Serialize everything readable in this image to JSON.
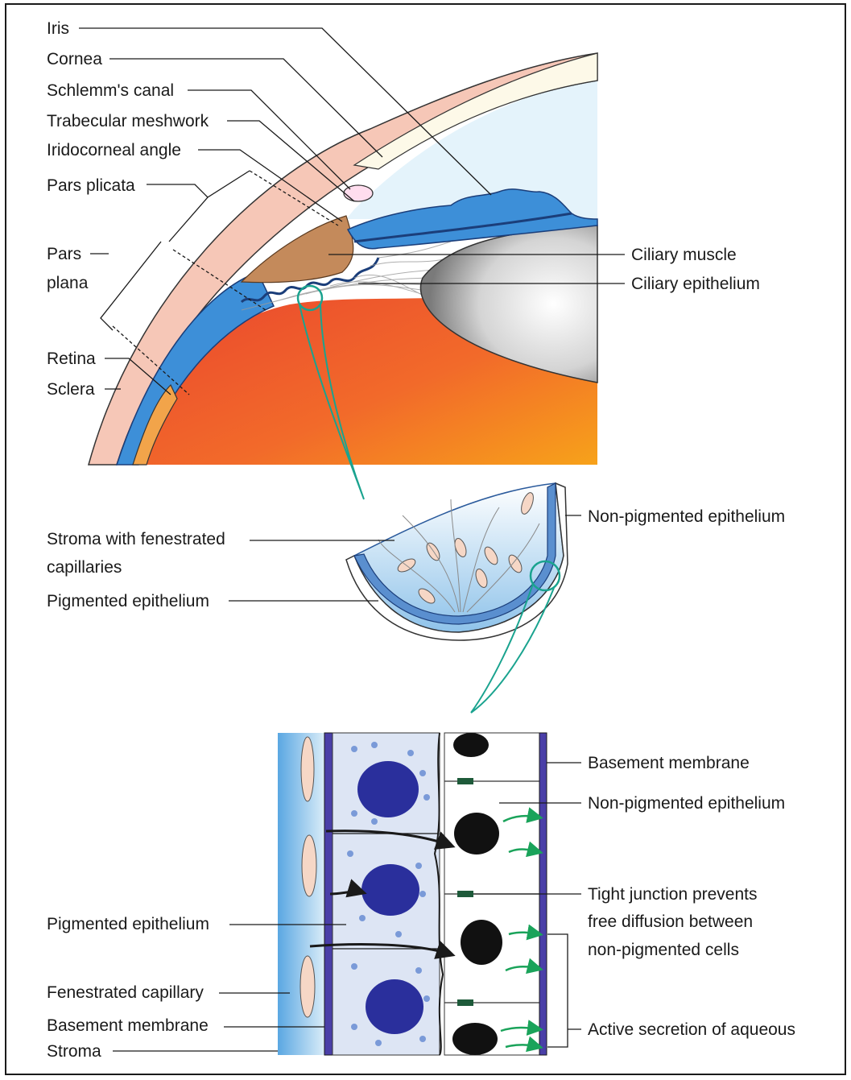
{
  "top_labels": {
    "iris": "Iris",
    "cornea": "Cornea",
    "schlemms_canal": "Schlemm's canal",
    "trabecular_meshwork": "Trabecular meshwork",
    "iridocorneal_angle": "Iridocorneal angle",
    "pars_plicata": "Pars plicata",
    "pars_plana_1": "Pars",
    "pars_plana_2": "plana",
    "retina": "Retina",
    "sclera": "Sclera",
    "ciliary_muscle": "Ciliary muscle",
    "ciliary_epithelium": "Ciliary epithelium"
  },
  "middle_labels": {
    "non_pigmented_epithelium": "Non-pigmented epithelium",
    "stroma_1": "Stroma with fenestrated",
    "stroma_2": "capillaries",
    "pigmented_epithelium": "Pigmented epithelium"
  },
  "bottom_labels": {
    "basement_membrane_right": "Basement membrane",
    "non_pigmented_epithelium": "Non-pigmented epithelium",
    "tight_junction_1": "Tight junction prevents",
    "tight_junction_2": "free diffusion between",
    "tight_junction_3": "non-pigmented cells",
    "active_secretion": "Active secretion of aqueous",
    "pigmented_epithelium": "Pigmented epithelium",
    "fenestrated_capillary": "Fenestrated capillary",
    "basement_membrane_left": "Basement membrane",
    "stroma": "Stroma"
  }
}
